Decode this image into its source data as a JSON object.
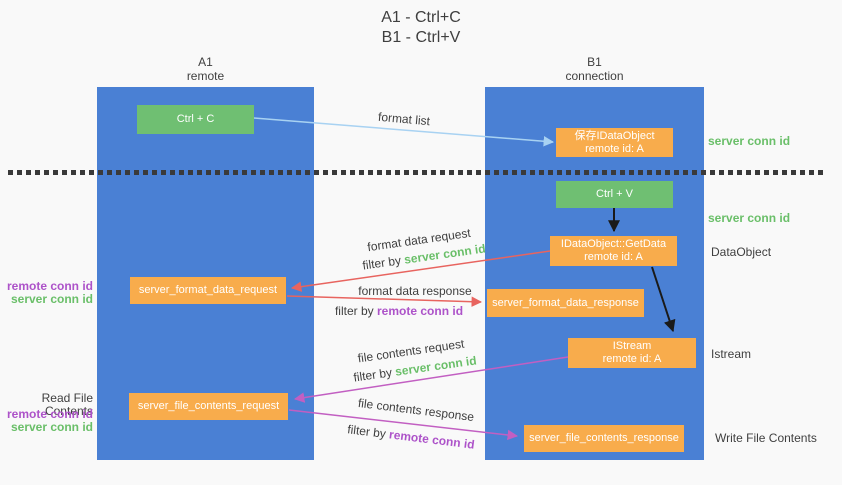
{
  "title": {
    "line1": "A1 - Ctrl+C",
    "line2": "B1 - Ctrl+V"
  },
  "lanes": {
    "left": {
      "name": "A1",
      "subtitle": "remote"
    },
    "right": {
      "name": "B1",
      "subtitle": "connection"
    }
  },
  "nodes": {
    "ctrl_c": {
      "label": "Ctrl + C"
    },
    "save_idataobject": {
      "line1": "保存IDataObject",
      "line2": "remote id: A"
    },
    "ctrl_v": {
      "label": "Ctrl + V"
    },
    "getdata": {
      "line1": "IDataObject::GetData",
      "line2": "remote id: A"
    },
    "server_format_data_request": {
      "label": "server_format_data_request"
    },
    "server_format_data_response": {
      "label": "server_format_data_response"
    },
    "istream": {
      "line1": "IStream",
      "line2": "remote id: A"
    },
    "server_file_contents_request": {
      "label": "server_file_contents_request"
    },
    "server_file_contents_response": {
      "label": "server_file_contents_response"
    }
  },
  "annotations": {
    "format_list": "format list",
    "format_data_request": "format data request",
    "format_data_response": "format data response",
    "file_contents_request": "file contents request",
    "file_contents_response": "file contents response",
    "filter_by": "filter by",
    "server_conn_id": "server conn id",
    "remote_conn_id": "remote conn id",
    "dataobject": "DataObject",
    "istream": "Istream",
    "read_file_contents": "Read File Contents",
    "write_file_contents": "Write File Contents"
  },
  "colors": {
    "bg": "#f9f9f9",
    "lane_blue": "#4a80d4",
    "node_green": "#6fbf72",
    "node_orange": "#f8ac4c",
    "arrow_red": "#e8645f",
    "arrow_purple": "#c25fc2",
    "arrow_lightblue": "#a8d2f2",
    "arrow_black": "#1a1a1a",
    "text_green": "#6abf69",
    "text_purple": "#ad53c9",
    "text_dark": "#3f3f3f",
    "cut_line": "#3a3a3a"
  }
}
